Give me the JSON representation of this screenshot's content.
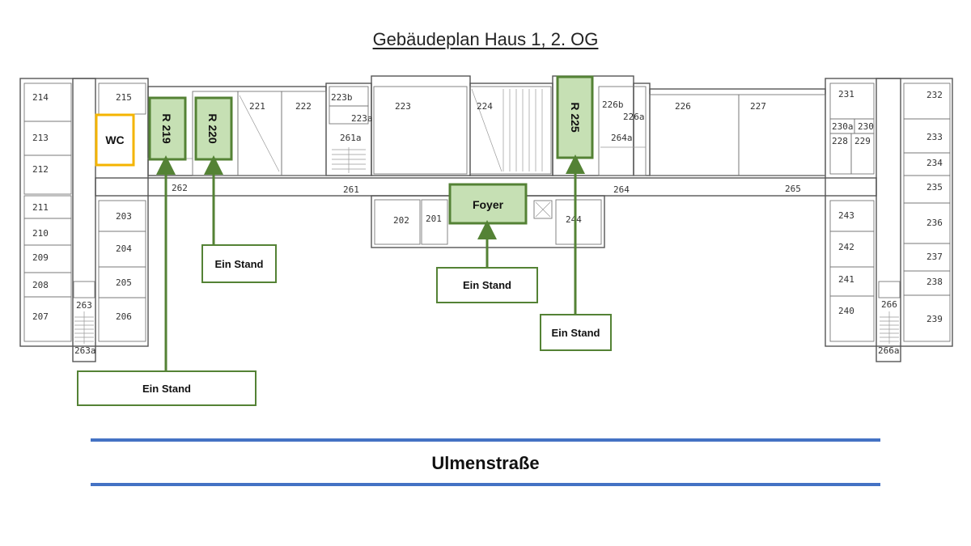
{
  "title": "Gebäudeplan Haus 1, 2. OG",
  "rooms": {
    "r214": "214",
    "r215": "215",
    "r213": "213",
    "r212": "212",
    "r211": "211",
    "r210": "210",
    "r209": "209",
    "r208": "208",
    "r207": "207",
    "r263": "263",
    "r263a": "263a",
    "r206": "206",
    "r205": "205",
    "r204": "204",
    "r203": "203",
    "r221": "221",
    "r222": "222",
    "r223b": "223b",
    "r223a": "223a",
    "r223": "223",
    "r261a": "261a",
    "r262": "262",
    "r261": "261",
    "r224": "224",
    "r202": "202",
    "r201": "201",
    "r244": "244",
    "r226b": "226b",
    "r226a": "226a",
    "r264a": "264a",
    "r226": "226",
    "r227": "227",
    "r264": "264",
    "r265": "265",
    "r231": "231",
    "r230a": "230a",
    "r230": "230",
    "r228": "228",
    "r229": "229",
    "r232": "232",
    "r233": "233",
    "r234": "234",
    "r235": "235",
    "r236": "236",
    "r237": "237",
    "r238": "238",
    "r239": "239",
    "r243": "243",
    "r242": "242",
    "r241": "241",
    "r240": "240",
    "r266": "266",
    "r266a": "266a"
  },
  "highlights": {
    "wc": "WC",
    "r219": "R 219",
    "r220": "R 220",
    "r225": "R 225",
    "foyer": "Foyer"
  },
  "callouts": {
    "stand_219": "Ein Stand",
    "stand_220": "Ein Stand",
    "stand_foyer": "Ein Stand",
    "stand_225": "Ein Stand"
  },
  "street": "Ulmenstraße",
  "colors": {
    "highlight_fill": "#c6e0b4",
    "highlight_border": "#548235",
    "wc_border": "#f4b400",
    "street_line": "#4472c4"
  }
}
